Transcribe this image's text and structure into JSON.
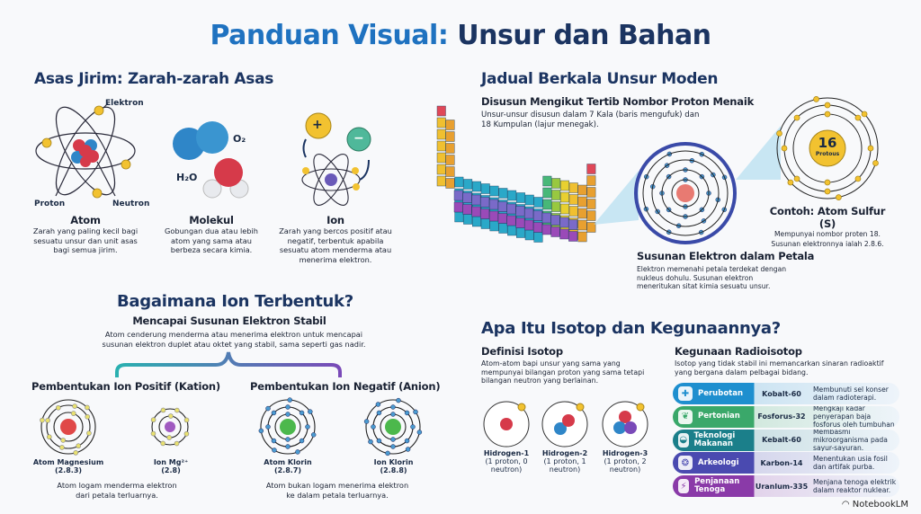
{
  "title": {
    "part1": "Panduan Visual:",
    "part2": "Unsur dan Bahan"
  },
  "basics": {
    "heading": "Asas Jirim: Zarah-zarah Asas",
    "atom": {
      "name": "Atom",
      "desc": "Zarah yang paling kecil bagi sesuatu unsur dan unit asas bagi semua jirim.",
      "labels": {
        "electron": "Elektron",
        "proton": "Proton",
        "neutron": "Neutron"
      }
    },
    "molecule": {
      "name": "Molekul",
      "desc": "Gobungan dua atau lebih atom yang sama atau berbeza secara kimia.",
      "o2": "O₂",
      "h2o": "H₂O"
    },
    "ion": {
      "name": "Ion",
      "desc": "Zarah yang bercos positif atau negatif, terbentuk apabila sesuatu atom menderma atau menerima elektron.",
      "plus": "+",
      "minus": "−"
    }
  },
  "ion_formation": {
    "heading": "Bagaimana Ion Terbentuk?",
    "subheading": "Mencapai Susunan Elektron Stabil",
    "desc": "Atom cenderung menderma atau menerima elektron untuk mencapai susunan elektron duplet atau oktet yang stabil, sama seperti gas nadir.",
    "positive": {
      "heading": "Pembentukan Ion Positif (Kation)",
      "atom_label": "Atom Magnesium",
      "atom_config": "(2.8.3)",
      "ion_label": "Ion Mg²⁺",
      "ion_config": "(2.8)",
      "desc": "Atom logam menderma elektron dari petala terluarnya."
    },
    "negative": {
      "heading": "Pembentukan Ion Negatif (Anion)",
      "atom_label": "Atom Klorin",
      "atom_config": "(2.8.7)",
      "ion_label": "Ion Klorin",
      "ion_config": "(2.8.8)",
      "desc": "Atom bukan logam menerima elektron ke dalam petala terluarnya."
    }
  },
  "periodic": {
    "heading": "Jadual Berkala Unsur Moden",
    "subheading": "Disusun Mengikut Tertib Nombor Proton Menaik",
    "desc": "Unsur-unsur disusun dalam 7 Kala (baris mengufuk) dan 18 Kumpulan (lajur menegak).",
    "shell_heading": "Susunan Elektron dalam Petala",
    "shell_desc": "Elektron memenahi petala terdekat dengan nukleus dohulu. Susunan elektron meneritukan sitat kimia sesuatu unsur.",
    "example": {
      "number": "16",
      "nucleus_label": "Protous",
      "heading": "Contoh: Atom Sulfur (S)",
      "desc": "Mempunyai nombor proten 18. Susunan elektronnya ialah 2.8.6."
    }
  },
  "isotope": {
    "heading": "Apa Itu Isotop dan Kegunaannya?",
    "def_heading": "Definisi Isotop",
    "def_desc": "Atom-atom bapi unsur yang sama yang mempunyai bilangan proton yang sama tetapi bilangan neutron yang berlainan.",
    "items": [
      {
        "name": "Hidrogen-1",
        "detail": "(1 proton, 0 neutron)"
      },
      {
        "name": "Hidrogen-2",
        "detail": "(1 proton, 1 neutron)"
      },
      {
        "name": "Hidrogen-3",
        "detail": "(1 proton, 2 neutron)"
      }
    ],
    "uses_heading": "Kegunaan Radioisotop",
    "uses_desc": "Isotop yang tidak stabil ini memancarkan sinaran radioaktif yang bergana dalam pelbagai bidang.",
    "uses": [
      {
        "field": "Perubotan",
        "isotope": "Kobalt-60",
        "use": "Membunuti sel konser dalam radioterapi.",
        "color": "#1e8fcf",
        "icon": "medical-kit-icon",
        "glyph": "✚"
      },
      {
        "field": "Pertonian",
        "isotope": "Fosforus-32",
        "use": "Mengkaji kadar penyerapan baja fosforus oleh tumbuhan.",
        "color": "#3aa86a",
        "icon": "plant-icon",
        "glyph": "❦"
      },
      {
        "field": "Teknologi Makanan",
        "isotope": "Kebalt-60",
        "use": "Membasmi mikroorganisma pada sayur-sayuran.",
        "color": "#1b7f8a",
        "icon": "food-bowl-icon",
        "glyph": "◒"
      },
      {
        "field": "Arkeologi",
        "isotope": "Karbon-14",
        "use": "Menentukan usia fosil dan artifak purba.",
        "color": "#4a4ab0",
        "icon": "fossil-icon",
        "glyph": "❂"
      },
      {
        "field": "Penjanaan Tenoga",
        "isotope": "Uranlum-335",
        "use": "Menjana tenoga elektrik dalam reaktor nuklear.",
        "color": "#8a3aa8",
        "icon": "power-plant-icon",
        "glyph": "⚡"
      }
    ]
  },
  "brand": "NotebookLM"
}
